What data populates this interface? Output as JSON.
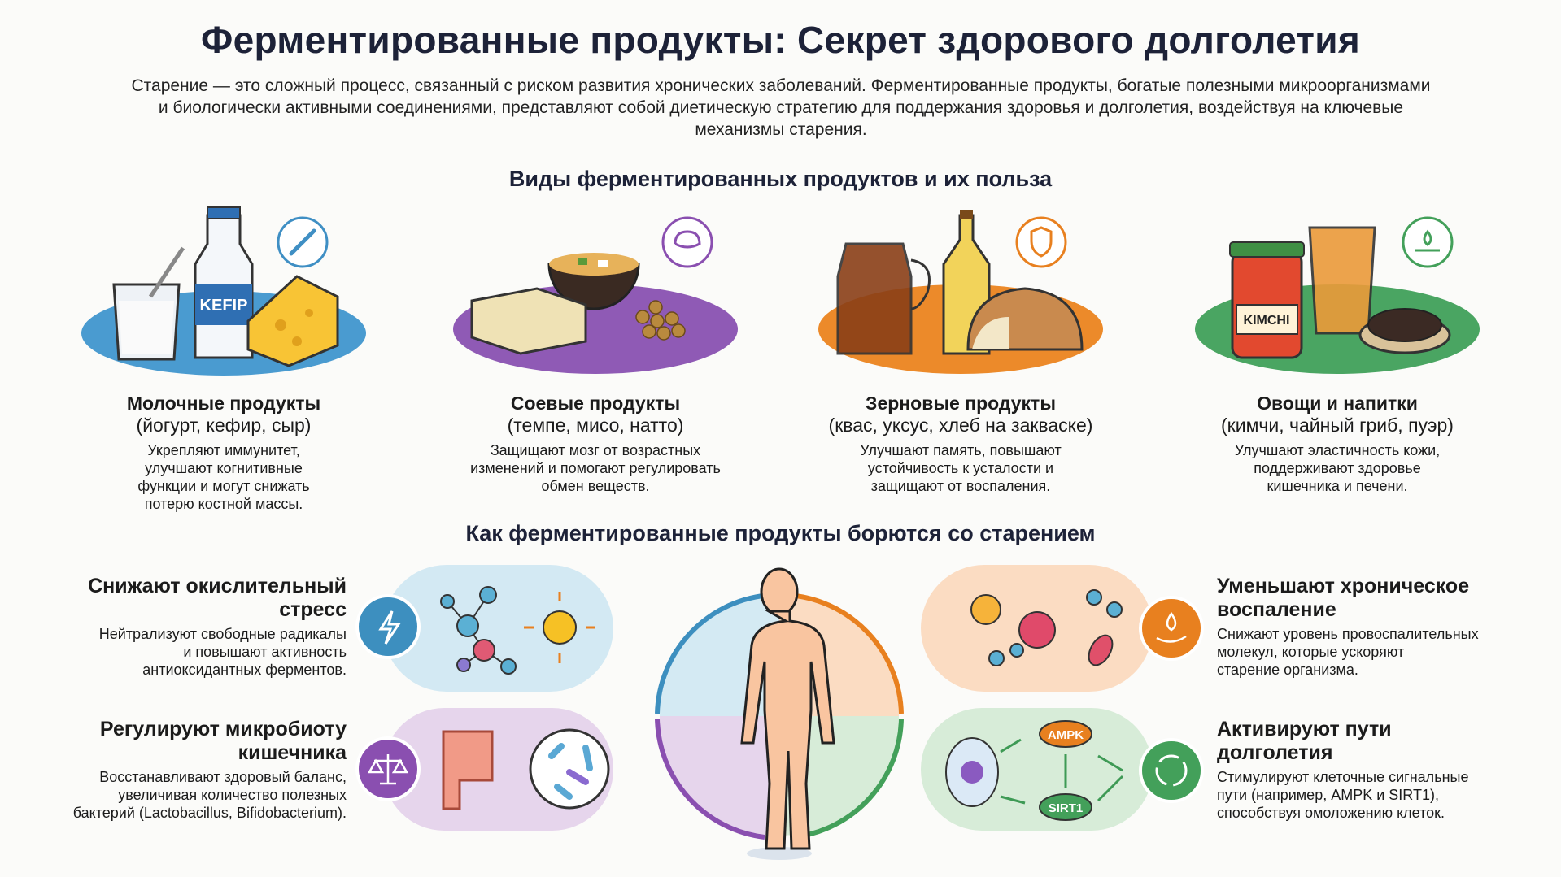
{
  "header": {
    "title": "Ферментированные продукты: Секрет здорового долголетия",
    "intro": "Старение — это сложный процесс, связанный с риском развития хронических заболеваний. Ферментированные продукты, богатые полезными микроорганизмами и биологически активными соединениями, представляют собой диетическую стратегию для поддержания здоровья и долголетия, воздействуя на ключевые механизмы старения."
  },
  "types_section": {
    "heading": "Виды ферментированных продуктов и их польза",
    "cards": [
      {
        "title": "Молочные продукты",
        "subtitle": "(йогурт, кефир, сыр)",
        "description": "Укрепляют иммунитет, улучшают когнитивные функции и могут снижать потерю костной массы.",
        "icon": "bone-icon",
        "color": "#3f8fc4",
        "label": "KEFIP"
      },
      {
        "title": "Соевые продукты",
        "subtitle": "(темпе, мисо, натто)",
        "description": "Защищают мозг от возрастных изменений и помогают регулировать обмен веществ.",
        "icon": "brain-icon",
        "color": "#8a4fb0"
      },
      {
        "title": "Зерновые продукты",
        "subtitle": "(квас, уксус, хлеб на закваске)",
        "description": "Улучшают память, повышают устойчивость к усталости и защищают от воспаления.",
        "icon": "shield-icon",
        "color": "#e8801f"
      },
      {
        "title": "Овощи и напитки",
        "subtitle": "(кимчи, чайный гриб, пуэр)",
        "description": "Улучшают эластичность кожи, поддерживают здоровье кишечника и печени.",
        "icon": "skin-drop-icon",
        "color": "#43a05a",
        "label": "KIMCHI"
      }
    ]
  },
  "mechanisms_section": {
    "heading": "Как ферментированные продукты борются со старением",
    "items": [
      {
        "title_1": "Снижают окислительный",
        "title_2": "стресс",
        "description_lines": [
          "Нейтрализуют свободные радикалы",
          "и повышают активность",
          "антиоксидантных ферментов."
        ],
        "icon": "lightning-icon",
        "color": "#3d8fbf"
      },
      {
        "title_1": "Регулируют микробиоту",
        "title_2": "кишечника",
        "description_lines": [
          "Восстанавливают здоровый баланс,",
          "увеличивая количество полезных",
          "бактерий (Lactobacillus, Bifidobacterium)."
        ],
        "icon": "balance-scale-icon",
        "color": "#8a4fb0"
      },
      {
        "title_1": "Уменьшают хроническое",
        "title_2": "воспаление",
        "description_lines": [
          "Снижают уровень провоспалительных",
          "молекул, которые ускоряют",
          "старение организма."
        ],
        "icon": "drop-hand-icon",
        "color": "#e8801f"
      },
      {
        "title_1": "Активируют пути",
        "title_2": "долголетия",
        "description_lines": [
          "Стимулируют клеточные сигнальные",
          "пути (например, AMPK и SIRT1),",
          "способствуя омоложению клеток."
        ],
        "icon": "renew-cycle-icon",
        "color": "#43a05a"
      }
    ],
    "pathway_labels": {
      "ampk": "AMPK",
      "sirt1": "SIRT1"
    }
  }
}
